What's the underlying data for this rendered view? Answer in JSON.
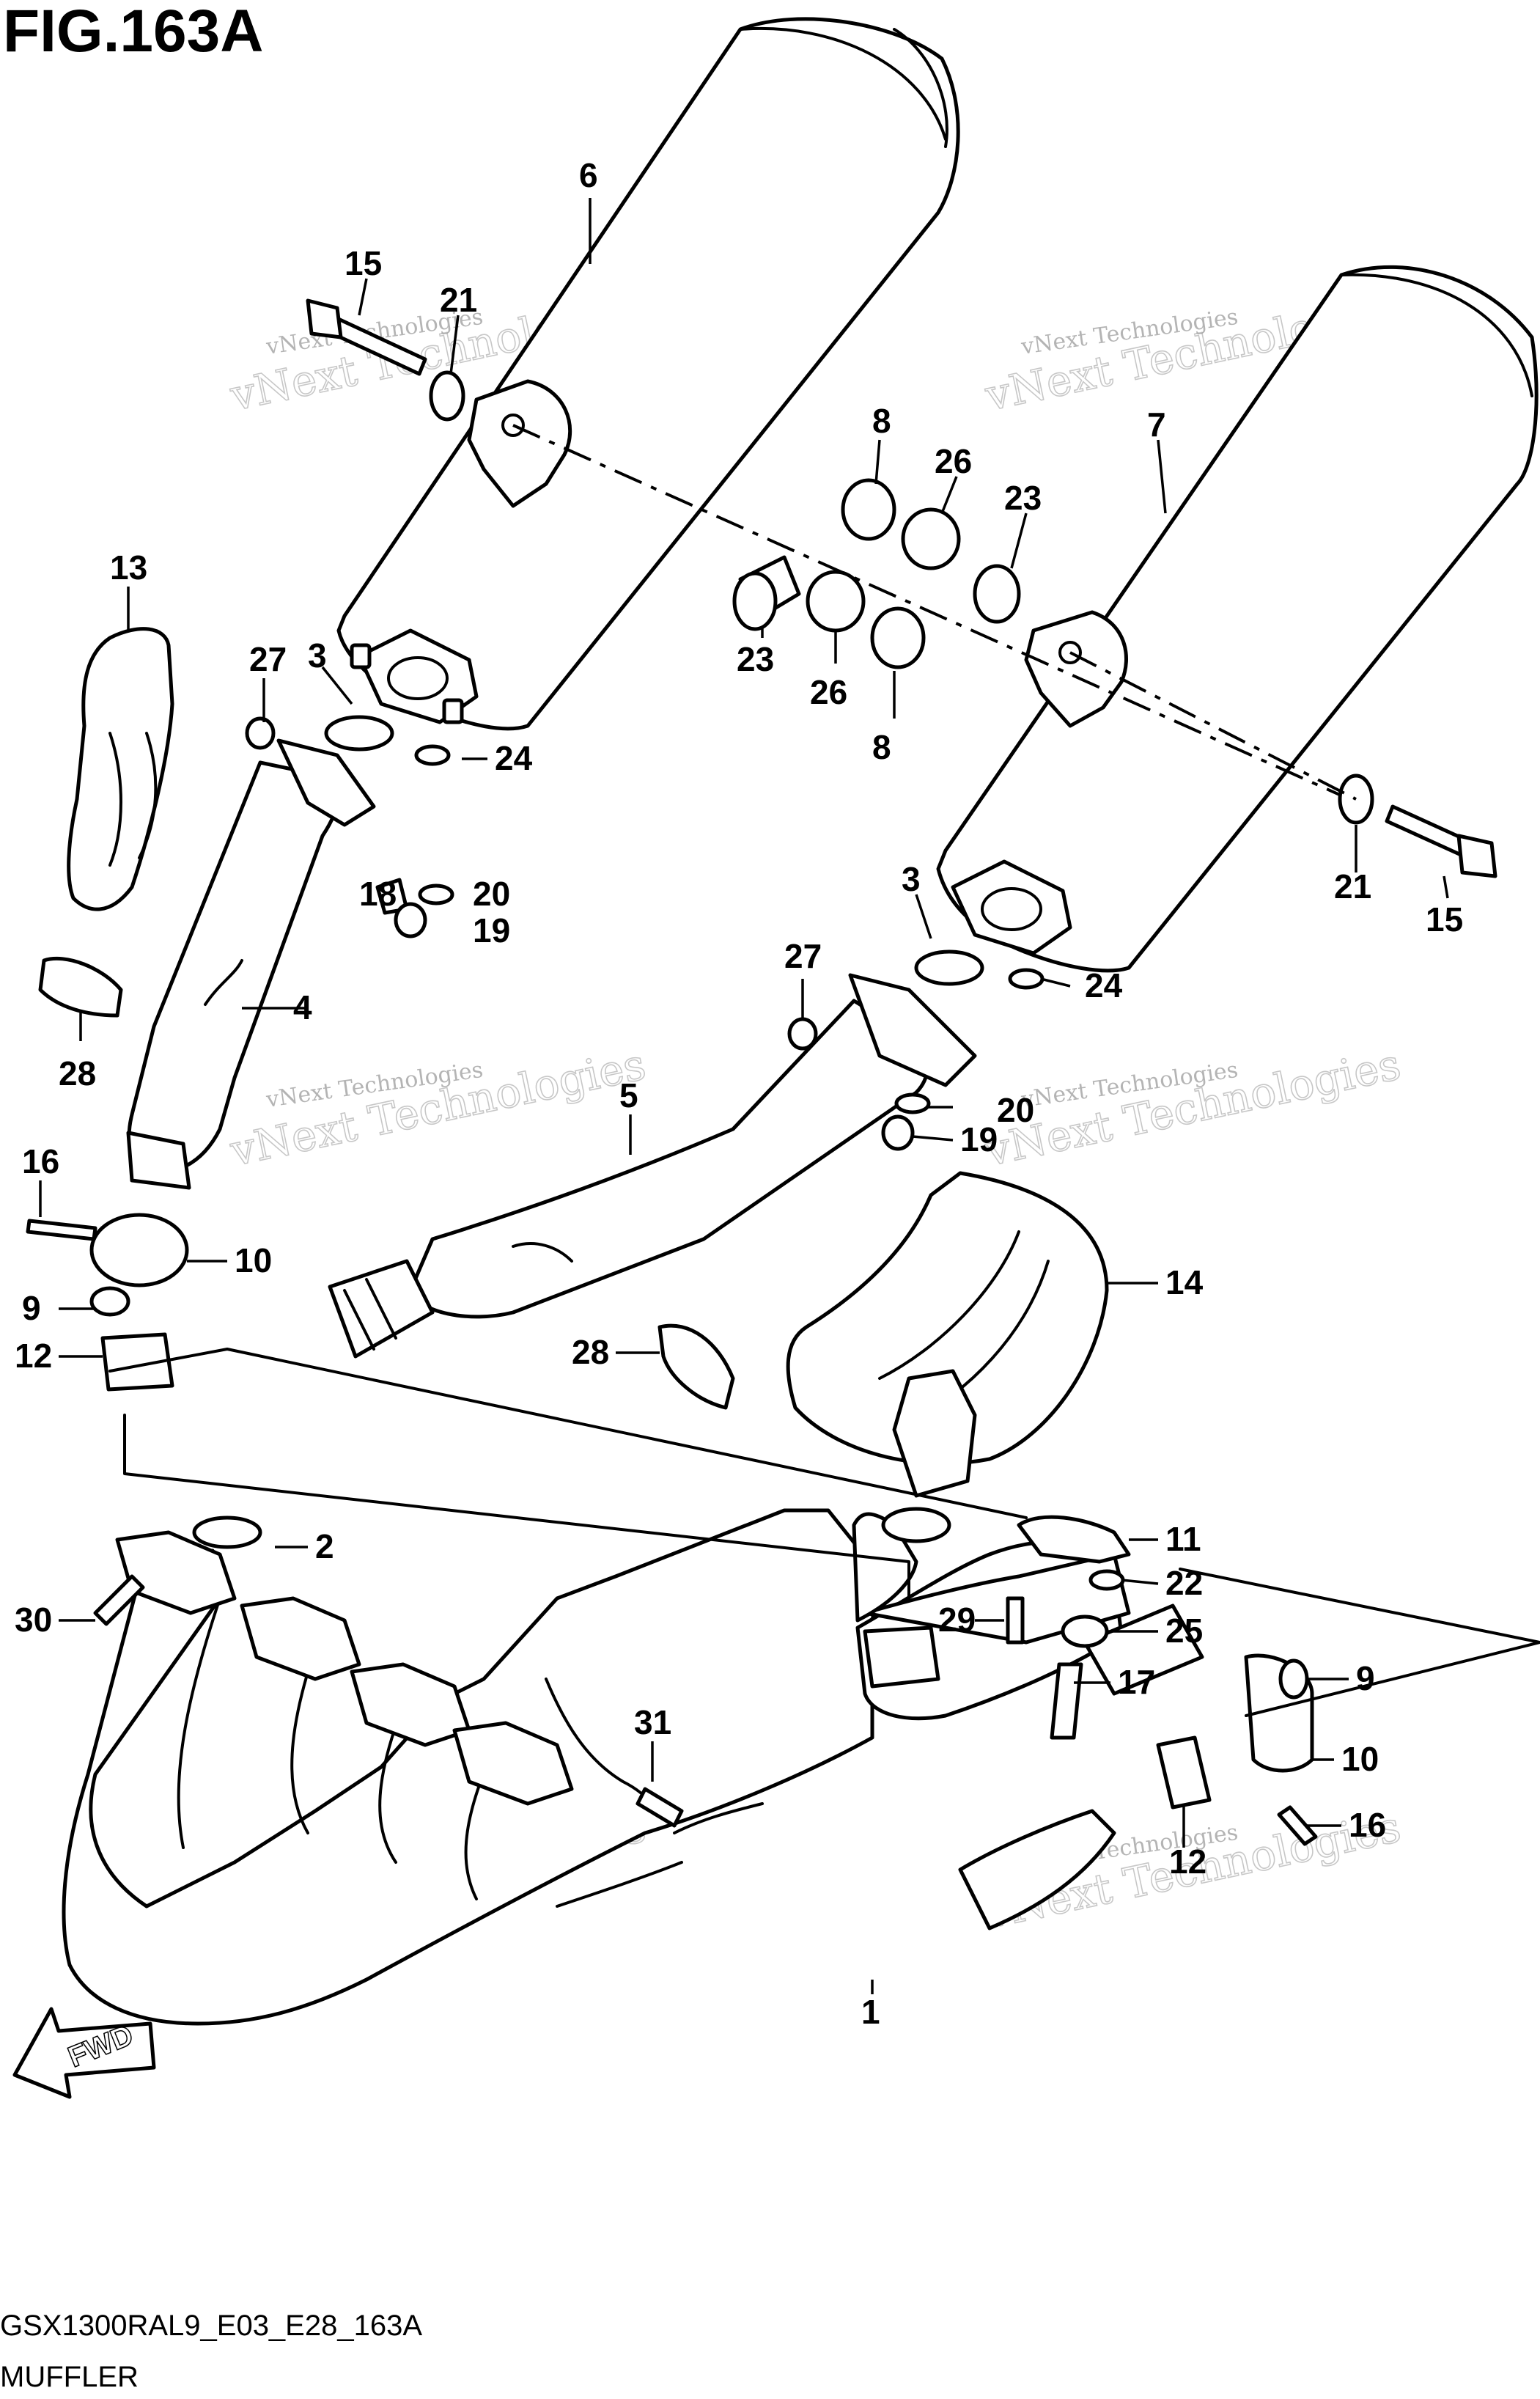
{
  "figure": {
    "title": "FIG.163A",
    "model_code": "GSX1300RAL9_E03_E28_163A",
    "section_name": "MUFFLER"
  },
  "watermark": {
    "small_text": "vNext Technologies",
    "large_text": "vNext Technologies"
  },
  "fwd_label": "FWD",
  "callouts": {
    "c1": "1",
    "c2": "2",
    "c3a": "3",
    "c3b": "3",
    "c4": "4",
    "c5": "5",
    "c6": "6",
    "c7": "7",
    "c8a": "8",
    "c8b": "8",
    "c9a": "9",
    "c9b": "9",
    "c10a": "10",
    "c10b": "10",
    "c11": "11",
    "c12a": "12",
    "c12b": "12",
    "c13": "13",
    "c14": "14",
    "c15a": "15",
    "c15b": "15",
    "c16a": "16",
    "c16b": "16",
    "c17": "17",
    "c18": "18",
    "c19a": "19",
    "c19b": "19",
    "c20a": "20",
    "c20b": "20",
    "c21a": "21",
    "c21b": "21",
    "c22": "22",
    "c23a": "23",
    "c23b": "23",
    "c24a": "24",
    "c24b": "24",
    "c25": "25",
    "c26a": "26",
    "c26b": "26",
    "c27a": "27",
    "c27b": "27",
    "c28a": "28",
    "c28b": "28",
    "c29": "29",
    "c30": "30",
    "c31": "31"
  }
}
